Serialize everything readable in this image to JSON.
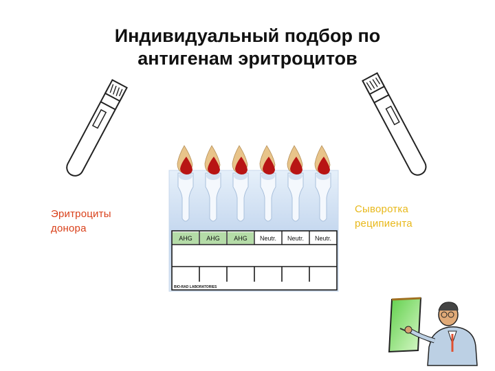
{
  "slide": {
    "title_line1": "Индивидуальный подбор по",
    "title_line2": "антигенам эритроцитов"
  },
  "labels": {
    "donor_line1": "Эритроциты",
    "donor_line2": "донора",
    "recipient_line1": "Сыворотка",
    "recipient_line2": "реципиента"
  },
  "card": {
    "wells": [
      "AHG",
      "AHG",
      "AHG",
      "Neutr.",
      "Neutr.",
      "Neutr."
    ],
    "manufacturer": "BIO-RAD LABORATORIES",
    "well_color_ahg": "#b5dca8",
    "well_color_neutr": "#ffffff"
  },
  "colors": {
    "donor_label": "#d9401a",
    "recipient_label": "#e8b81a",
    "blood": "#b81414",
    "serum": "#e8c48a",
    "board": "#8ee27a"
  },
  "icons": [
    "test-tube-icon",
    "gel-card-icon",
    "presenter-icon"
  ]
}
